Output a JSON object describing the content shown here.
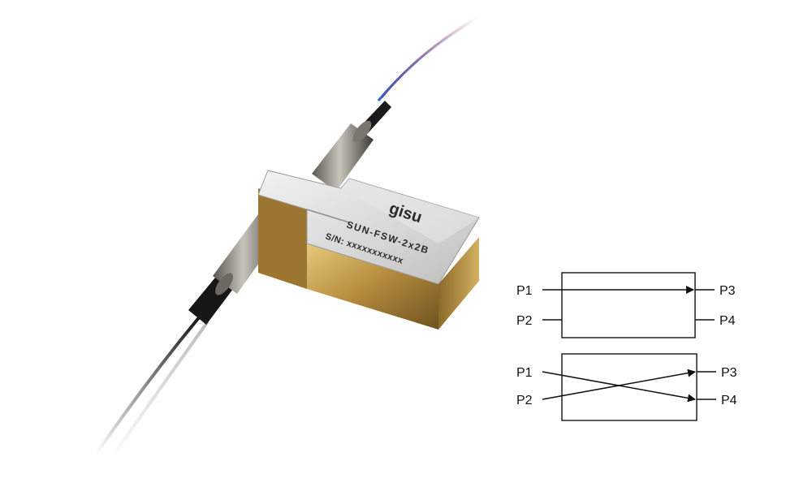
{
  "product": {
    "logo_text": "gisu",
    "model": "SUN-FSW-2x2B",
    "serial": "S/N: xxxxxxxxxxx"
  },
  "diagram": {
    "state_bar": {
      "left_ports": [
        "P1",
        "P2"
      ],
      "right_ports": [
        "P3",
        "P4"
      ]
    },
    "state_cross": {
      "left_ports": [
        "P1",
        "P2"
      ],
      "right_ports": [
        "P3",
        "P4"
      ]
    }
  },
  "colors": {
    "box_stroke": "#222222",
    "gold_body": "#b38a3c",
    "aluminum_top": "#d9d9d9",
    "fiber_red": "#d83a3a",
    "fiber_blue": "#2e5fc9"
  }
}
